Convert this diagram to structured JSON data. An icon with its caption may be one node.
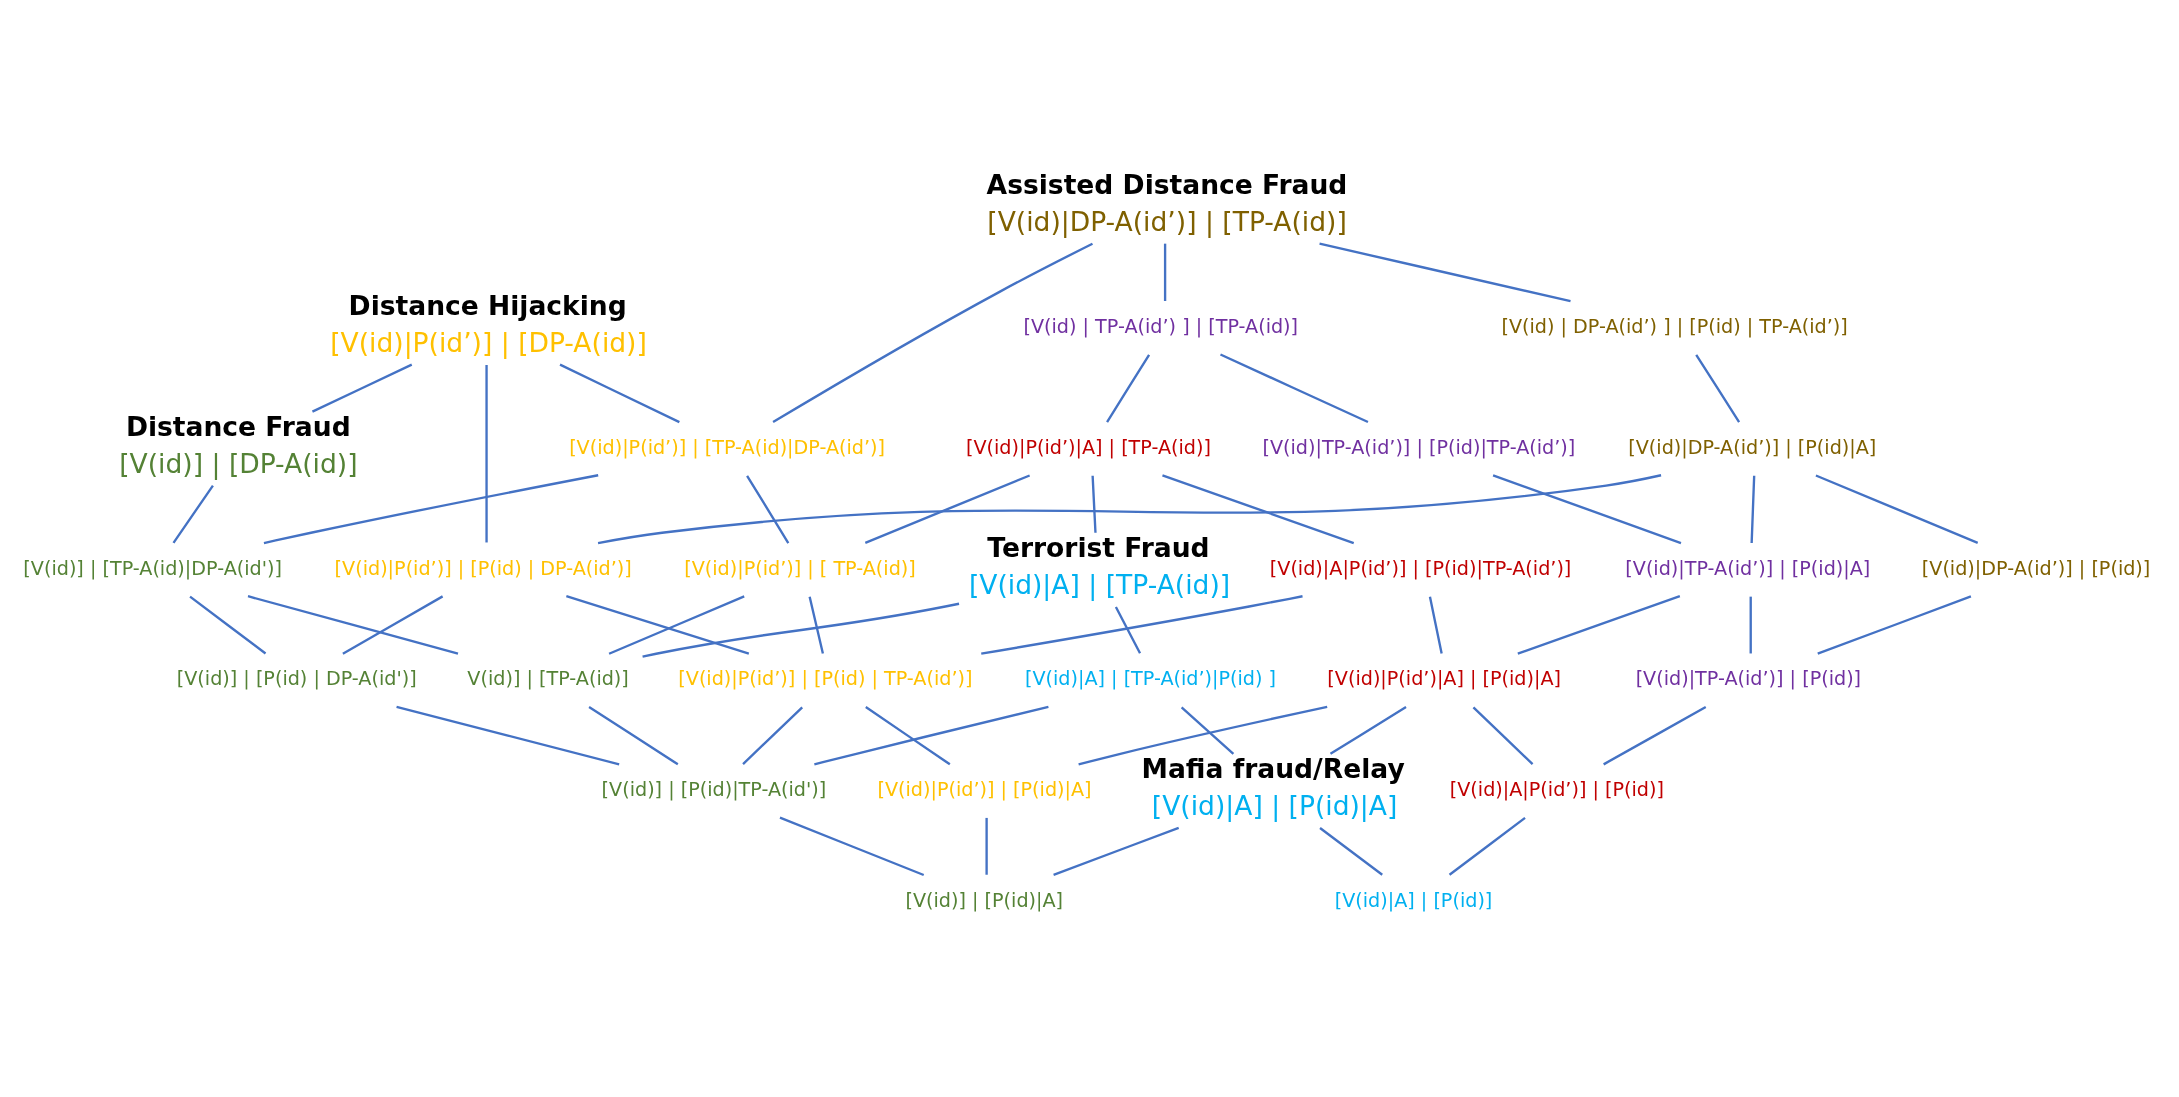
{
  "diagram": {
    "nodes": [
      {
        "text": [
          "Assisted Distance Fraud",
          "[V(id)|DP-A(id’)] | [TP-A(id)]"
        ]
      },
      {
        "text": [
          "[V(id) | DP-A(id’) ] | [P(id) | TP-A(id’)]"
        ]
      },
      {
        "text": [
          "[V(id) | TP-A(id’) ] | [TP-A(id)]"
        ]
      },
      {
        "text": [
          "Distance Hijacking",
          "[V(id)|P(id’)] | [DP-A(id)]"
        ]
      },
      {
        "text": [
          "[V(id)|DP-A(id’)] | [P(id)|A]"
        ]
      },
      {
        "text": [
          "[V(id)|TP-A(id’)] | [P(id)|TP-A(id’)]"
        ]
      },
      {
        "text": [
          "[V(id)|DP-A(id’)] | [P(id)]"
        ]
      },
      {
        "text": [
          "[V(id)|P(id’)|A] | [TP-A(id)]"
        ]
      },
      {
        "text": [
          "[V(id)|TP-A(id’)] | [P(id)|A]"
        ]
      },
      {
        "text": [
          "Distance Fraud",
          "[V(id)] | [DP-A(id)]"
        ]
      },
      {
        "text": [
          "[V(id)|P(id’)] | [TP-A(id)|DP-A(id’)]"
        ]
      },
      {
        "text": [
          "[V(id)|A|P(id’)] | [P(id)|TP-A(id’)]"
        ]
      },
      {
        "text": [
          "Terrorist Fraud",
          "[V(id)|A] | [TP-A(id)]"
        ]
      },
      {
        "text": [
          "[V(id)|P(id’)] | [P(id) | DP-A(id’)]"
        ]
      },
      {
        "text": [
          "[V(id)|TP-A(id’)] | [P(id)]"
        ]
      },
      {
        "text": [
          "[V(id)|P(id’)] | [ TP-A(id)]"
        ]
      },
      {
        "text": [
          "[V(id)|P(id’)|A] | [P(id)|A]"
        ]
      },
      {
        "text": [
          "[V(id)] | [TP-A(id)|DP-A(id')]"
        ]
      },
      {
        "text": [
          "[V(id)|A] | [TP-A(id’)|P(id) ]"
        ]
      },
      {
        "text": [
          "[V(id)|P(id’)] | [P(id) | TP-A(id’)]"
        ]
      },
      {
        "text": [
          "[V(id)] | [P(id) | DP-A(id')]"
        ]
      },
      {
        "text": [
          "V(id)] | [TP-A(id)]"
        ]
      },
      {
        "text": [
          "[V(id)|A|P(id’)] | [P(id)]"
        ]
      },
      {
        "text": [
          "Mafia fraud/Relay",
          "[V(id)|A] | [P(id)|A]"
        ]
      },
      {
        "text": [
          "[V(id)] | [P(id)|TP-A(id')]"
        ]
      },
      {
        "text": [
          "[V(id)|P(id’)] | [P(id)|A]"
        ]
      },
      {
        "text": [
          "[V(id)|A] | [P(id)]"
        ]
      },
      {
        "text": [
          "[V(id)] | [P(id)|A]"
        ]
      }
    ],
    "edges": [
      {
        "from": 0,
        "to": 1,
        "arrow": "none"
      },
      {
        "from": 0,
        "to": 2,
        "arrow": "none"
      },
      {
        "from": 0,
        "to": 10,
        "arrow": "none"
      },
      {
        "from": 1,
        "to": 4,
        "arrow": "none"
      },
      {
        "from": 2,
        "to": 5,
        "arrow": "none"
      },
      {
        "from": 2,
        "to": 7,
        "arrow": "none"
      },
      {
        "from": 3,
        "to": 13,
        "arrow": "none"
      },
      {
        "from": 3,
        "to": 10,
        "arrow": "none"
      },
      {
        "from": 3,
        "to": 9,
        "arrow": "none"
      },
      {
        "from": 4,
        "to": 6,
        "arrow": "none"
      },
      {
        "from": 4,
        "to": 8,
        "arrow": "none"
      },
      {
        "from": 4,
        "to": 13,
        "arrow": "none"
      },
      {
        "from": 5,
        "to": 8,
        "arrow": "none"
      },
      {
        "from": 6,
        "to": 14,
        "arrow": "none"
      },
      {
        "from": 7,
        "to": 11,
        "arrow": "none"
      },
      {
        "from": 7,
        "to": 12,
        "arrow": "none"
      },
      {
        "from": 7,
        "to": 15,
        "arrow": "none"
      },
      {
        "from": 8,
        "to": 14,
        "arrow": "none"
      },
      {
        "from": 8,
        "to": 16,
        "arrow": "none"
      },
      {
        "from": 9,
        "to": 17,
        "arrow": "none"
      },
      {
        "from": 10,
        "to": 15,
        "arrow": "none"
      },
      {
        "from": 10,
        "to": 17,
        "arrow": "none"
      },
      {
        "from": 11,
        "to": 16,
        "arrow": "none"
      },
      {
        "from": 11,
        "to": 19,
        "arrow": "none"
      },
      {
        "from": 12,
        "to": 18,
        "arrow": "none"
      },
      {
        "from": 12,
        "to": 21,
        "arrow": "none"
      },
      {
        "from": 13,
        "to": 19,
        "arrow": "none"
      },
      {
        "from": 13,
        "to": 20,
        "arrow": "none"
      },
      {
        "from": 14,
        "to": 22,
        "arrow": "none"
      },
      {
        "from": 15,
        "to": 19,
        "arrow": "none"
      },
      {
        "from": 15,
        "to": 21,
        "arrow": "none"
      },
      {
        "from": 16,
        "to": 22,
        "arrow": "none"
      },
      {
        "from": 16,
        "to": 23,
        "arrow": "none"
      },
      {
        "from": 16,
        "to": 25,
        "arrow": "none"
      },
      {
        "from": 17,
        "to": 20,
        "arrow": "none"
      },
      {
        "from": 17,
        "to": 21,
        "arrow": "none"
      },
      {
        "from": 18,
        "to": 23,
        "arrow": "none"
      },
      {
        "from": 18,
        "to": 24,
        "arrow": "none"
      },
      {
        "from": 19,
        "to": 24,
        "arrow": "none"
      },
      {
        "from": 19,
        "to": 25,
        "arrow": "none"
      },
      {
        "from": 20,
        "to": 24,
        "arrow": "none"
      },
      {
        "from": 21,
        "to": 24,
        "arrow": "none"
      },
      {
        "from": 22,
        "to": 26,
        "arrow": "none"
      },
      {
        "from": 23,
        "to": 26,
        "arrow": "none"
      },
      {
        "from": 23,
        "to": 27,
        "arrow": "none"
      },
      {
        "from": 24,
        "to": 27,
        "arrow": "none"
      },
      {
        "from": 25,
        "to": 27,
        "arrow": "none"
      }
    ]
  }
}
